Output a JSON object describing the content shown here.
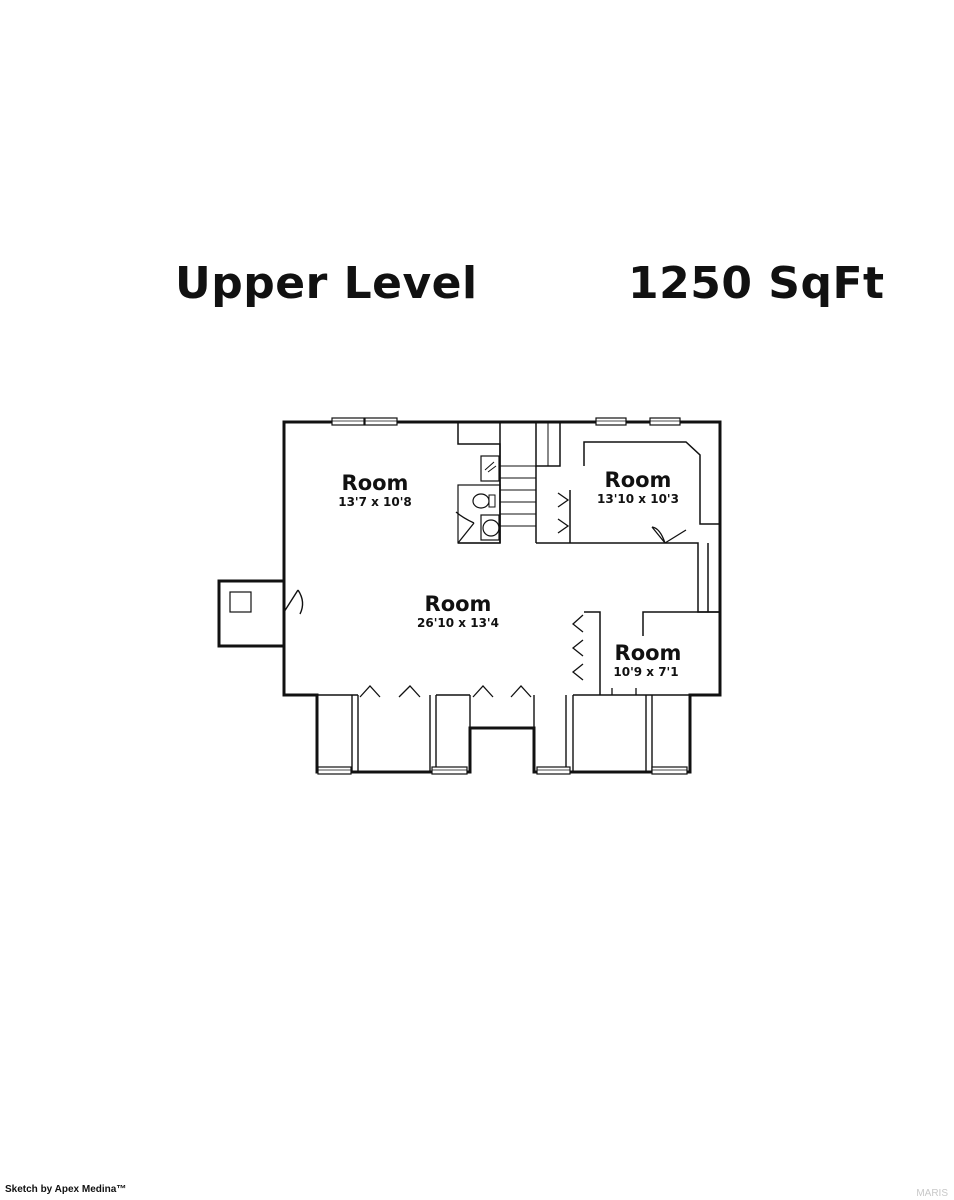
{
  "header": {
    "level_title": "Upper Level",
    "total_area": "1250 SqFt"
  },
  "rooms": [
    {
      "name": "Room",
      "dimensions": "13'7 x 10'8"
    },
    {
      "name": "Room",
      "dimensions": "13'10 x 10'3"
    },
    {
      "name": "Room",
      "dimensions": "26'10 x 13'4"
    },
    {
      "name": "Room",
      "dimensions": "10'9 x 7'1"
    }
  ],
  "footer": {
    "credit": "Sketch by Apex Medina™",
    "watermark": "MARIS"
  }
}
